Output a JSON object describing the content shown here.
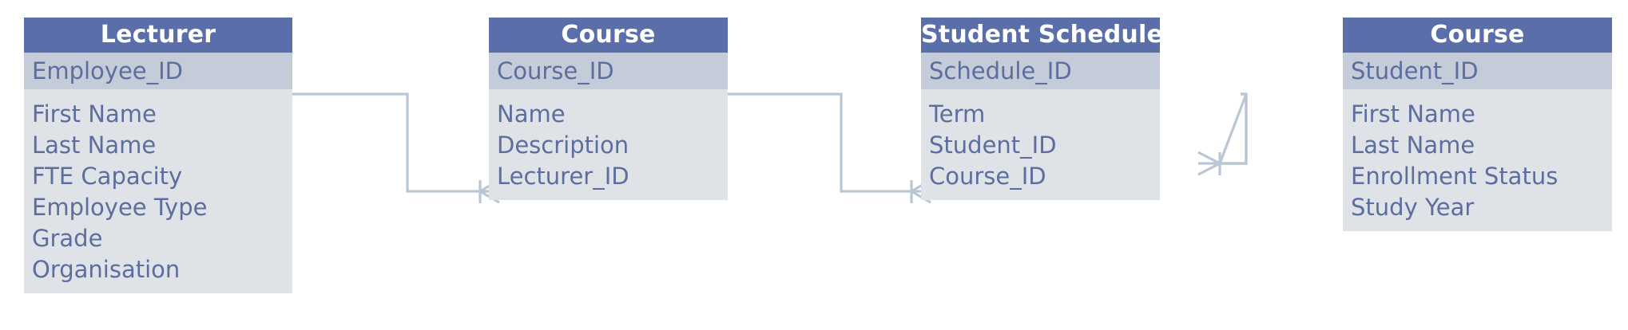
{
  "diagram": {
    "type": "entity-relationship-diagram",
    "notation": "crow's foot",
    "colors": {
      "header_bg": "#5a6faa",
      "header_text": "#ffffff",
      "key_row_bg": "#c3ccd8",
      "body_bg": "#dfe2e7",
      "attribute_text": "#5b6e9e",
      "connector": "#b9c6d4",
      "page_bg": "#ffffff"
    },
    "entities": [
      {
        "id": "lecturer",
        "title": "Lecturer",
        "key": "Employee_ID",
        "attributes": [
          "First Name",
          "Last Name",
          "FTE Capacity",
          "Employee Type",
          "Grade",
          "Organisation"
        ]
      },
      {
        "id": "course",
        "title": "Course",
        "key": "Course_ID",
        "attributes": [
          "Name",
          "Description",
          "Lecturer_ID"
        ]
      },
      {
        "id": "student-schedule",
        "title": "Student Schedule",
        "key": "Schedule_ID",
        "attributes": [
          "Term",
          "Student_ID",
          "Course_ID"
        ]
      },
      {
        "id": "student-course",
        "title": "Course",
        "key": "Student_ID",
        "attributes": [
          "First Name",
          "Last Name",
          "Enrollment Status",
          "Study Year"
        ]
      }
    ],
    "relationships": [
      {
        "from": "lecturer",
        "to": "course",
        "from_cardinality": "one",
        "to_cardinality": "many"
      },
      {
        "from": "course",
        "to": "student-schedule",
        "from_cardinality": "one",
        "to_cardinality": "many"
      },
      {
        "from": "student-course",
        "to": "student-schedule",
        "from_cardinality": "one",
        "to_cardinality": "many"
      }
    ]
  }
}
